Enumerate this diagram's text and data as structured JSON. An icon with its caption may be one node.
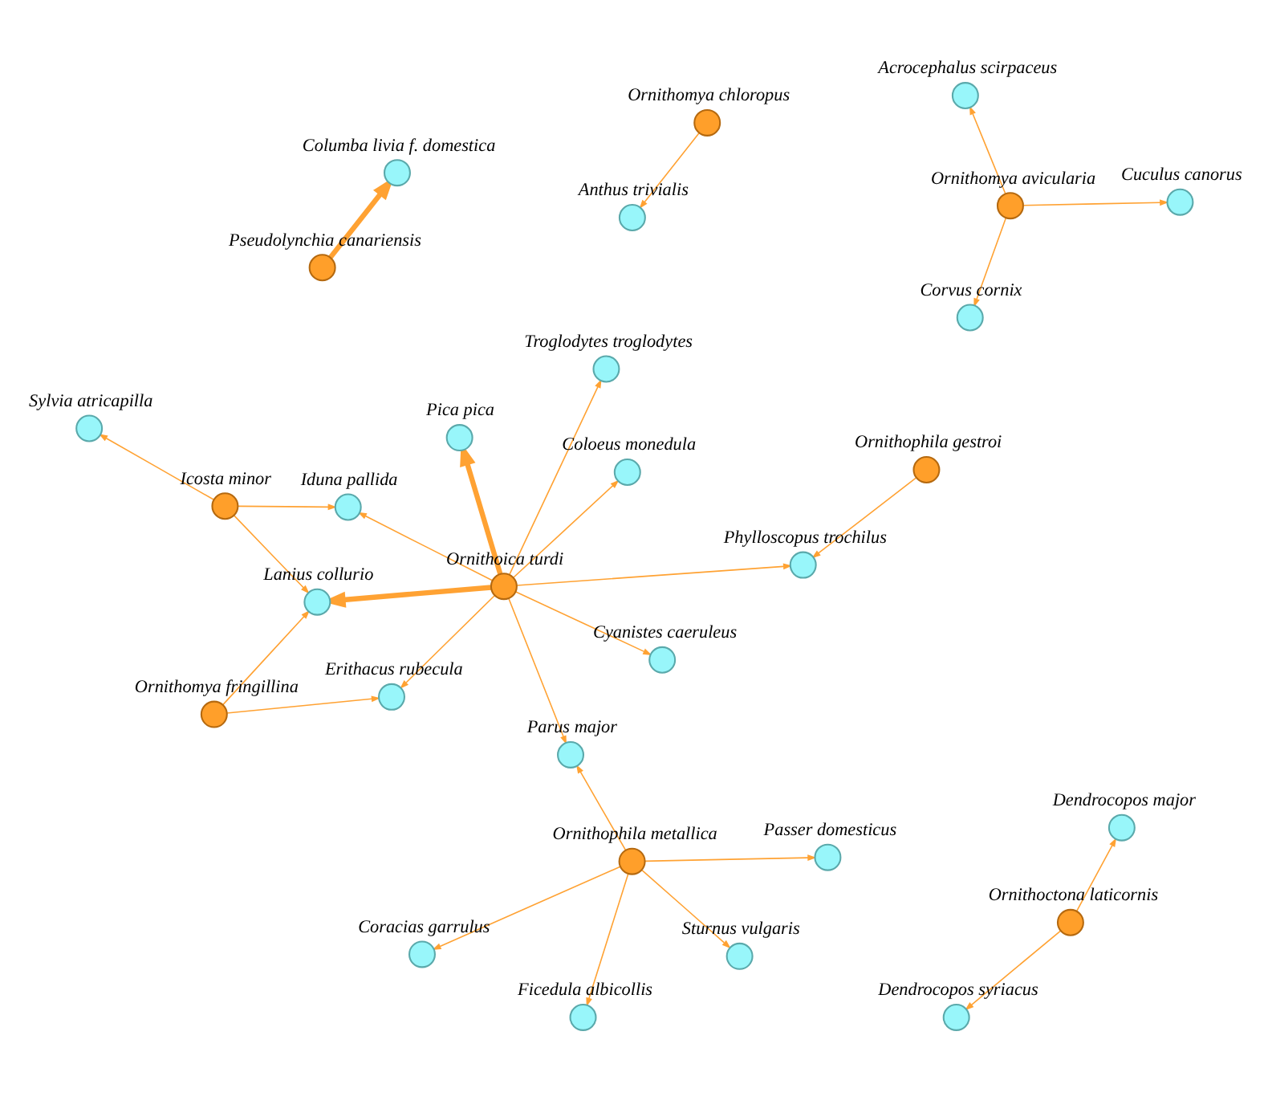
{
  "diagram": {
    "nodes": [
      {
        "text": [
          "Acrocephalus scirpaceus"
        ]
      },
      {
        "text": [
          "Icosta minor"
        ]
      },
      {
        "text": [
          "Lanius collurio"
        ]
      },
      {
        "text": [
          "Ornithomya fringillina"
        ]
      },
      {
        "text": [
          "Ornithomya chloropus"
        ]
      },
      {
        "text": [
          "Columba livia f. domestica"
        ]
      },
      {
        "text": [
          "Sylvia atricapilla"
        ]
      },
      {
        "text": [
          "Pica pica"
        ]
      },
      {
        "text": [
          "Anthus trivialis"
        ]
      },
      {
        "text": [
          "Sturnus vulgaris"
        ]
      },
      {
        "text": [
          "Ornithophila gestroi"
        ]
      },
      {
        "text": [
          "Coracias garrulus"
        ]
      },
      {
        "text": [
          "Ficedula albicollis"
        ]
      },
      {
        "text": [
          "Dendrocopos major"
        ]
      },
      {
        "text": [
          "Parus major"
        ]
      },
      {
        "text": [
          "Ornithophila metallica"
        ]
      },
      {
        "text": [
          "Ornithoica turdi"
        ]
      },
      {
        "text": [
          "Dendrocopos syriacus"
        ]
      },
      {
        "text": [
          "Corvus cornix"
        ]
      },
      {
        "text": [
          "Erithacus rubecula"
        ]
      },
      {
        "text": [
          "Cuculus canorus"
        ]
      },
      {
        "text": [
          "Ornithomya avicularia"
        ]
      },
      {
        "text": [
          "Passer domesticus"
        ]
      },
      {
        "text": [
          "Ornithoctona laticornis"
        ]
      },
      {
        "text": [
          "Pseudolynchia canariensis"
        ]
      },
      {
        "text": [
          "Phylloscopus trochilus"
        ]
      },
      {
        "text": [
          "Troglodytes troglodytes"
        ]
      },
      {
        "text": [
          "Coloeus monedula"
        ]
      },
      {
        "text": [
          "Iduna pallida"
        ]
      },
      {
        "text": [
          "Cyanistes caeruleus"
        ]
      }
    ],
    "edges": [
      {
        "from": 1,
        "to": 2,
        "arrow": "to"
      },
      {
        "from": 1,
        "to": 6,
        "arrow": "to"
      },
      {
        "from": 1,
        "to": 28,
        "arrow": "to"
      },
      {
        "from": 3,
        "to": 2,
        "arrow": "to"
      },
      {
        "from": 3,
        "to": 19,
        "arrow": "to"
      },
      {
        "from": 4,
        "to": 8,
        "arrow": "to"
      },
      {
        "from": 10,
        "to": 25,
        "arrow": "to"
      },
      {
        "from": 15,
        "to": 9,
        "arrow": "to"
      },
      {
        "from": 15,
        "to": 11,
        "arrow": "to"
      },
      {
        "from": 15,
        "to": 12,
        "arrow": "to"
      },
      {
        "from": 15,
        "to": 14,
        "arrow": "to"
      },
      {
        "from": 15,
        "to": 22,
        "arrow": "to"
      },
      {
        "from": 16,
        "to": 2,
        "arrow": "to",
        "style": "thick"
      },
      {
        "from": 16,
        "to": 7,
        "arrow": "to",
        "style": "thick"
      },
      {
        "from": 16,
        "to": 14,
        "arrow": "to"
      },
      {
        "from": 16,
        "to": 19,
        "arrow": "to"
      },
      {
        "from": 16,
        "to": 25,
        "arrow": "to"
      },
      {
        "from": 16,
        "to": 26,
        "arrow": "to"
      },
      {
        "from": 16,
        "to": 28,
        "arrow": "to"
      },
      {
        "from": 16,
        "to": 29,
        "arrow": "to"
      },
      {
        "from": 16,
        "to": 27,
        "arrow": "to"
      },
      {
        "from": 21,
        "to": 0,
        "arrow": "to"
      },
      {
        "from": 21,
        "to": 18,
        "arrow": "to"
      },
      {
        "from": 21,
        "to": 20,
        "arrow": "to"
      },
      {
        "from": 23,
        "to": 17,
        "arrow": "to"
      },
      {
        "from": 23,
        "to": 13,
        "arrow": "to"
      },
      {
        "from": 24,
        "to": 5,
        "arrow": "to",
        "style": "thick"
      }
    ]
  }
}
